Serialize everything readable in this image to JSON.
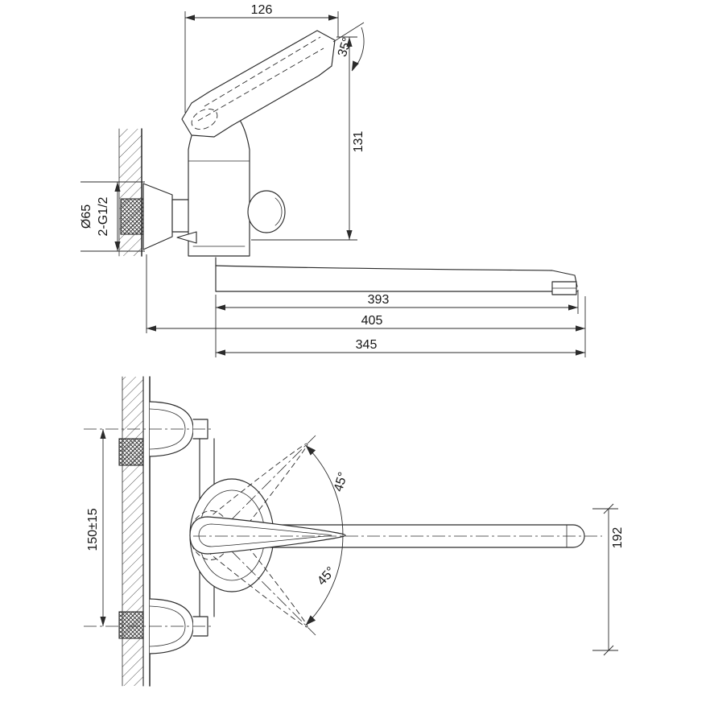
{
  "drawing": {
    "side_view": {
      "dim_handle_width": "126",
      "dim_handle_angle": "35°",
      "dim_height": "131",
      "dim_flange_diameter": "Ø65",
      "dim_thread": "2-G1/2",
      "dim_spout_length": "393",
      "dim_overall_length": "405",
      "dim_spout_reach": "345"
    },
    "plan_view": {
      "dim_mount_distance": "150±15",
      "dim_swing_up": "45°",
      "dim_swing_down": "45°",
      "dim_depth": "192"
    }
  }
}
